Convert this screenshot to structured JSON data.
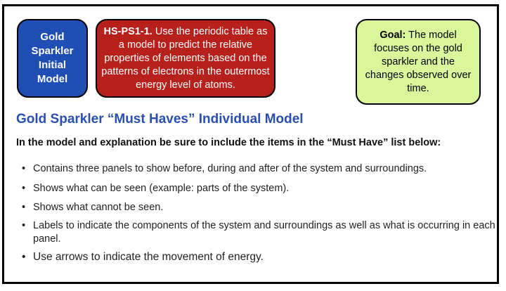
{
  "blue_box": {
    "text": "Gold Sparkler Initial Model"
  },
  "red_box": {
    "standard": "HS-PS1-1.",
    "text": "Use the periodic table as a model to predict the relative properties of elements based on the patterns of electrons in the outermost energy level of atoms."
  },
  "green_box": {
    "label": "Goal:",
    "text": "The model focuses on the gold sparkler and the changes observed over time."
  },
  "heading": "Gold Sparkler “Must Haves” Individual Model",
  "intro": "In the model and explanation be sure to include the items in the “Must Have” list below:",
  "bullet_glyph": "•",
  "must_haves": [
    "Contains three panels to show before, during and after of the system and surroundings.",
    "Shows what can be seen (example: parts of the system).",
    "Shows what cannot be seen.",
    "Labels to indicate the components of the system and surroundings as well as what is occurring in each panel.",
    "Use arrows to indicate the movement of energy."
  ],
  "colors": {
    "blue": "#1f4fb4",
    "red": "#b8201c",
    "green": "#d9f79a",
    "heading": "#2a4fb2"
  }
}
